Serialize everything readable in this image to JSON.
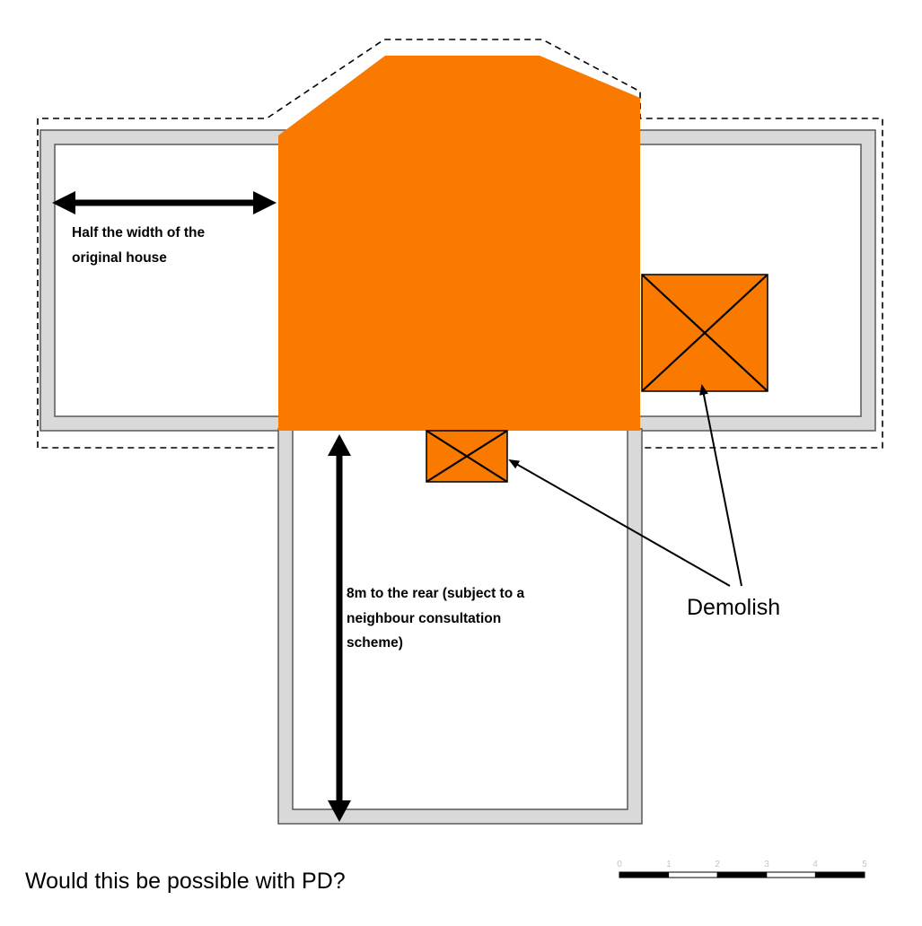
{
  "colors": {
    "background": "#FFFFFF",
    "orange": "#FA7A00",
    "wall_fill": "#D9D9D9",
    "wall_stroke": "#595959",
    "line": "#000000",
    "scale_text": "#C4C4C4"
  },
  "labels": {
    "half_width_lines": [
      "Half the width of the",
      "original house"
    ],
    "rear_depth_lines": [
      "8m to the rear (subject to a",
      "neighbour consultation",
      "scheme)"
    ],
    "demolish": "Demolish",
    "question": "Would this be possible with PD?"
  },
  "scale_bar": {
    "ticks": [
      "0",
      "1",
      "2",
      "3",
      "4",
      "5"
    ]
  }
}
